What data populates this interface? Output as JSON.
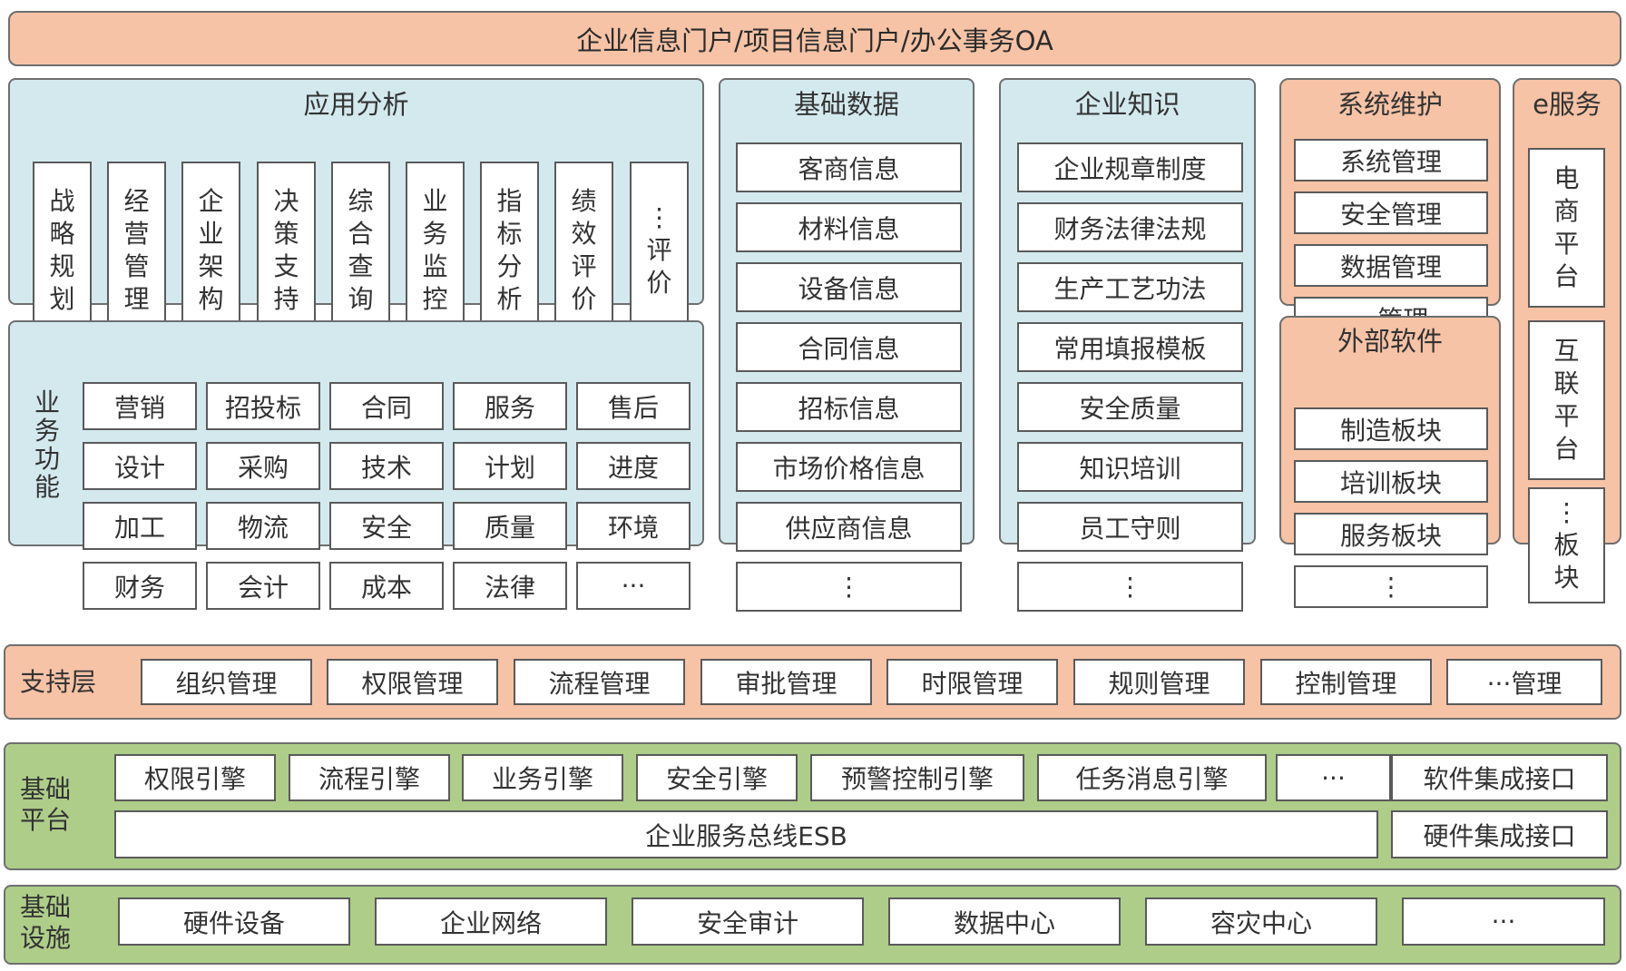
{
  "portal": "企业信息门户/项目信息门户/办公事务OA",
  "app_analysis": {
    "title": "应用分析",
    "items": [
      "战略规划",
      "经营管理",
      "企业架构",
      "决策支持",
      "综合查询",
      "业务监控",
      "指标分析",
      "绩效评价",
      "⋮评价"
    ]
  },
  "business": {
    "label": "业务功能",
    "rows": [
      [
        "营销",
        "招投标",
        "合同",
        "服务",
        "售后"
      ],
      [
        "设计",
        "采购",
        "技术",
        "计划",
        "进度"
      ],
      [
        "加工",
        "物流",
        "安全",
        "质量",
        "环境"
      ],
      [
        "财务",
        "会计",
        "成本",
        "法律",
        "···"
      ]
    ]
  },
  "basic_data": {
    "title": "基础数据",
    "items": [
      "客商信息",
      "材料信息",
      "设备信息",
      "合同信息",
      "招标信息",
      "市场价格信息",
      "供应商信息",
      "⋮"
    ]
  },
  "knowledge": {
    "title": "企业知识",
    "items": [
      "企业规章制度",
      "财务法律法规",
      "生产工艺功法",
      "常用填报模板",
      "安全质量",
      "知识培训",
      "员工守则",
      "⋮"
    ]
  },
  "sys_maint": {
    "title": "系统维护",
    "items": [
      "系统管理",
      "安全管理",
      "数据管理",
      "···管理"
    ]
  },
  "external": {
    "title": "外部软件",
    "items": [
      "制造板块",
      "培训板块",
      "服务板块",
      "⋮"
    ]
  },
  "eservice": {
    "title": "e服务",
    "items": [
      "电商平台",
      "互联平台",
      "⋮板块"
    ]
  },
  "support": {
    "label": "支持层",
    "items": [
      "组织管理",
      "权限管理",
      "流程管理",
      "审批管理",
      "时限管理",
      "规则管理",
      "控制管理",
      "···管理"
    ]
  },
  "platform": {
    "label": "基础平台",
    "engines": [
      "权限引擎",
      "流程引擎",
      "业务引擎",
      "安全引擎",
      "预警控制引擎",
      "任务消息引擎",
      "···"
    ],
    "esb": "企业服务总线ESB",
    "software_if": "软件集成接口",
    "hardware_if": "硬件集成接口"
  },
  "infra": {
    "label": "基础设施",
    "items": [
      "硬件设备",
      "企业网络",
      "安全审计",
      "数据中心",
      "容灾中心",
      "···"
    ]
  },
  "colors": {
    "orange": "#f6c3a6",
    "blue": "#d3e9ee",
    "green": "#aecd89"
  }
}
